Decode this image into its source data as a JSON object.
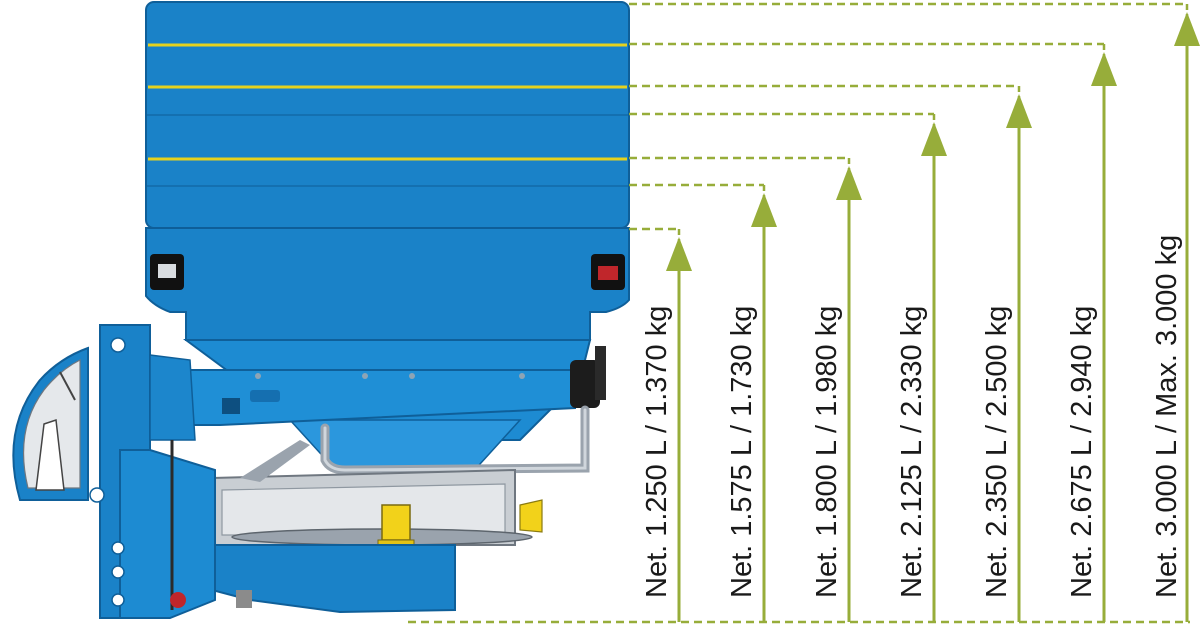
{
  "colors": {
    "hopper_blue": "#1a82c8",
    "hopper_dark": "#0f5f99",
    "level_line_yellow": "#e6d21e",
    "guide_green": "#97ad3a",
    "label_text": "#1a1a1a",
    "agitator_yellow": "#f2d21a",
    "frame_gray": "#b9bfc6"
  },
  "capacity_levels": [
    {
      "label": "Net. 1.250 L / 1.370 kg"
    },
    {
      "label": "Net. 1.575 L / 1.730 kg"
    },
    {
      "label": "Net. 1.800 L / 1.980 kg"
    },
    {
      "label": "Net. 2.125 L / 2.330 kg"
    },
    {
      "label": "Net. 2.350 L / 2.500 kg"
    },
    {
      "label": "Net. 2.675 L / 2.940 kg"
    },
    {
      "label": "Net. 3.000 L / Max. 3.000 kg"
    }
  ],
  "icons": {
    "level_arrow": "arrow-up-icon",
    "spreader": "fertilizer-spreader-illustration"
  }
}
